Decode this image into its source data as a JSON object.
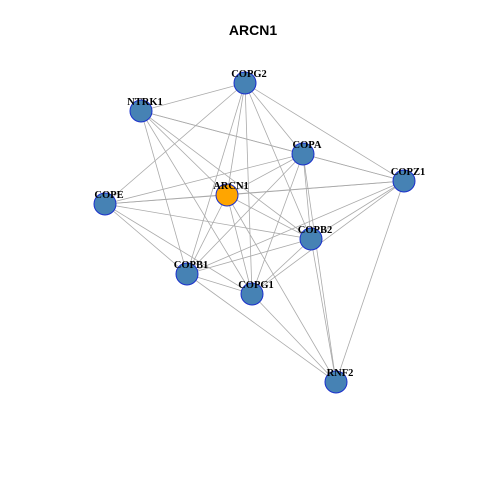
{
  "graph": {
    "title": "ARCN1",
    "colors": {
      "center_node": "#FFA500",
      "node": "#4682B4",
      "node_border": "#1A2FCC",
      "edge": "#AAAAAA"
    },
    "nodes": [
      {
        "id": "COPG2",
        "label": "COPG2",
        "center": false
      },
      {
        "id": "NTRK1",
        "label": "NTRK1",
        "center": false
      },
      {
        "id": "COPA",
        "label": "COPA",
        "center": false
      },
      {
        "id": "COPZ1",
        "label": "COPZ1",
        "center": false
      },
      {
        "id": "COPE",
        "label": "COPE",
        "center": false
      },
      {
        "id": "ARCN1",
        "label": "ARCN1",
        "center": true
      },
      {
        "id": "COPB2",
        "label": "COPB2",
        "center": false
      },
      {
        "id": "COPB1",
        "label": "COPB1",
        "center": false
      },
      {
        "id": "COPG1",
        "label": "COPG1",
        "center": false
      },
      {
        "id": "RNF2",
        "label": "RNF2",
        "center": false
      }
    ],
    "edges": [
      [
        "COPG2",
        "NTRK1"
      ],
      [
        "COPG2",
        "COPA"
      ],
      [
        "COPG2",
        "COPZ1"
      ],
      [
        "COPG2",
        "COPE"
      ],
      [
        "COPG2",
        "ARCN1"
      ],
      [
        "COPG2",
        "COPB2"
      ],
      [
        "COPG2",
        "COPB1"
      ],
      [
        "COPG2",
        "COPG1"
      ],
      [
        "NTRK1",
        "COPA"
      ],
      [
        "NTRK1",
        "COPZ1"
      ],
      [
        "NTRK1",
        "ARCN1"
      ],
      [
        "NTRK1",
        "COPB2"
      ],
      [
        "NTRK1",
        "COPB1"
      ],
      [
        "NTRK1",
        "COPG1"
      ],
      [
        "COPA",
        "COPE"
      ],
      [
        "COPA",
        "COPZ1"
      ],
      [
        "COPA",
        "ARCN1"
      ],
      [
        "COPA",
        "COPB2"
      ],
      [
        "COPA",
        "COPB1"
      ],
      [
        "COPA",
        "COPG1"
      ],
      [
        "COPA",
        "RNF2"
      ],
      [
        "COPE",
        "ARCN1"
      ],
      [
        "COPE",
        "COPZ1"
      ],
      [
        "COPE",
        "COPB2"
      ],
      [
        "COPE",
        "COPB1"
      ],
      [
        "COPE",
        "COPG1"
      ],
      [
        "ARCN1",
        "COPZ1"
      ],
      [
        "ARCN1",
        "COPB2"
      ],
      [
        "ARCN1",
        "COPB1"
      ],
      [
        "ARCN1",
        "COPG1"
      ],
      [
        "ARCN1",
        "RNF2"
      ],
      [
        "COPZ1",
        "COPB2"
      ],
      [
        "COPZ1",
        "COPB1"
      ],
      [
        "COPZ1",
        "COPG1"
      ],
      [
        "COPZ1",
        "RNF2"
      ],
      [
        "COPB2",
        "COPB1"
      ],
      [
        "COPB2",
        "COPG1"
      ],
      [
        "COPB2",
        "RNF2"
      ],
      [
        "COPB1",
        "COPG1"
      ],
      [
        "COPB1",
        "RNF2"
      ],
      [
        "COPG1",
        "RNF2"
      ]
    ]
  }
}
